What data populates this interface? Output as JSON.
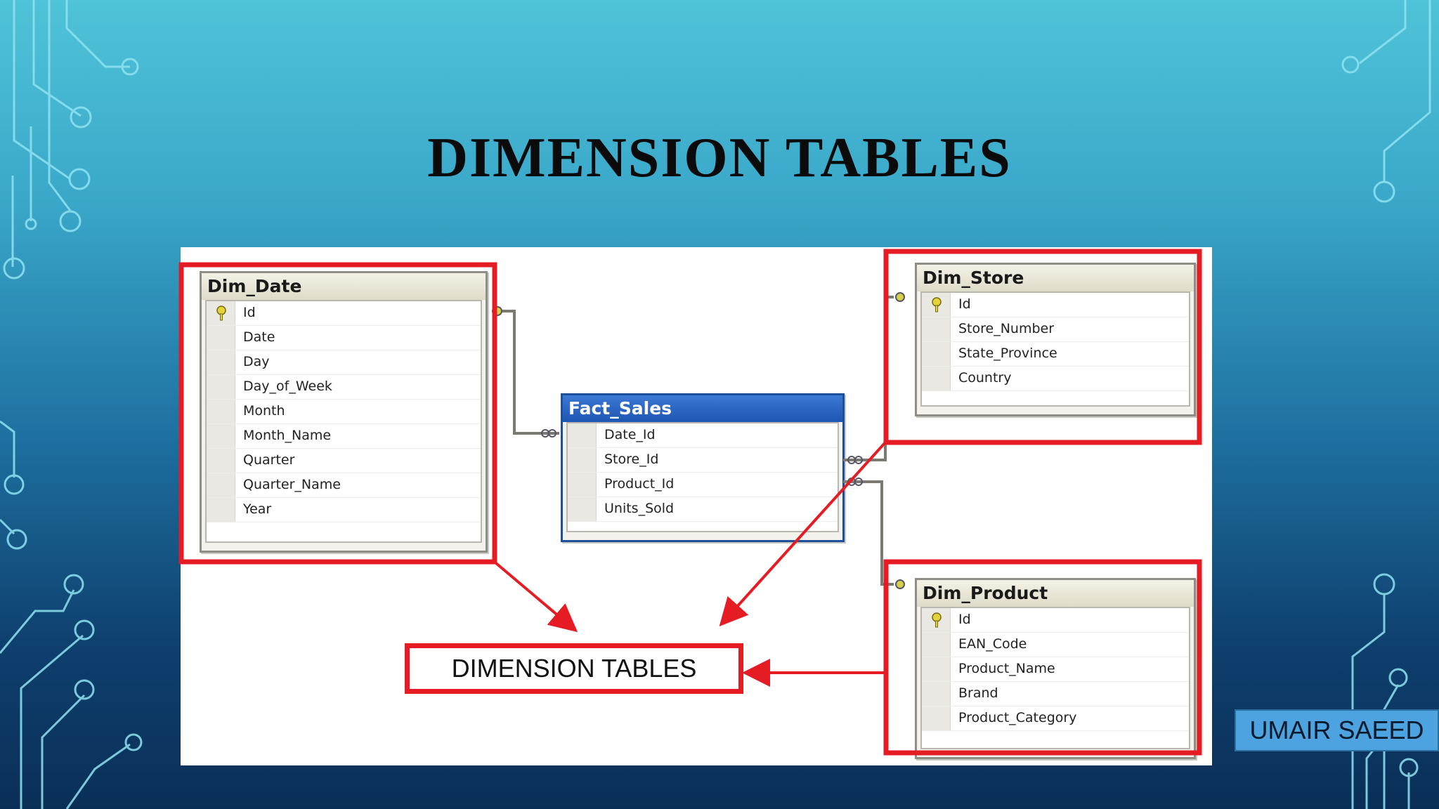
{
  "slide": {
    "title": "DIMENSION TABLES",
    "author": "UMAIR SAEED"
  },
  "diagram": {
    "label": "DIMENSION TABLES",
    "tables": {
      "dim_date": {
        "name": "Dim_Date",
        "columns": [
          "Id",
          "Date",
          "Day",
          "Day_of_Week",
          "Month",
          "Month_Name",
          "Quarter",
          "Quarter_Name",
          "Year"
        ]
      },
      "fact_sales": {
        "name": "Fact_Sales",
        "columns": [
          "Date_Id",
          "Store_Id",
          "Product_Id",
          "Units_Sold"
        ]
      },
      "dim_store": {
        "name": "Dim_Store",
        "columns": [
          "Id",
          "Store_Number",
          "State_Province",
          "Country"
        ]
      },
      "dim_product": {
        "name": "Dim_Product",
        "columns": [
          "Id",
          "EAN_Code",
          "Product_Name",
          "Brand",
          "Product_Category"
        ]
      }
    }
  },
  "colors": {
    "highlight": "#e51c23",
    "fact_header": "#1e56b3",
    "author_badge": "#4ca3e0"
  }
}
